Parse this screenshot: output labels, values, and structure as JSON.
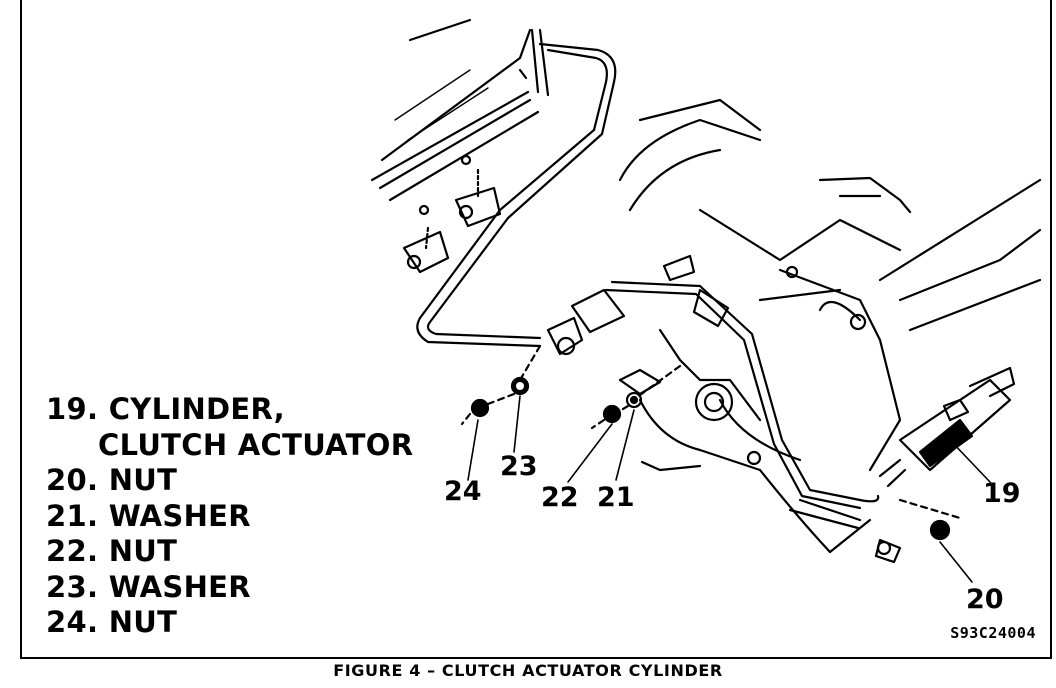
{
  "legend": [
    {
      "number": "19.",
      "line1": "CYLINDER,",
      "line2": "CLUTCH ACTUATOR"
    },
    {
      "number": "20.",
      "line1": "NUT"
    },
    {
      "number": "21.",
      "line1": "WASHER"
    },
    {
      "number": "22.",
      "line1": "NUT"
    },
    {
      "number": "23.",
      "line1": "WASHER"
    },
    {
      "number": "24.",
      "line1": "NUT"
    }
  ],
  "callouts": {
    "c19": "19",
    "c20": "20",
    "c21": "21",
    "c22": "22",
    "c23": "23",
    "c24": "24"
  },
  "reference_code": "S93C24004",
  "caption": "FIGURE 4 – CLUTCH ACTUATOR CYLINDER"
}
